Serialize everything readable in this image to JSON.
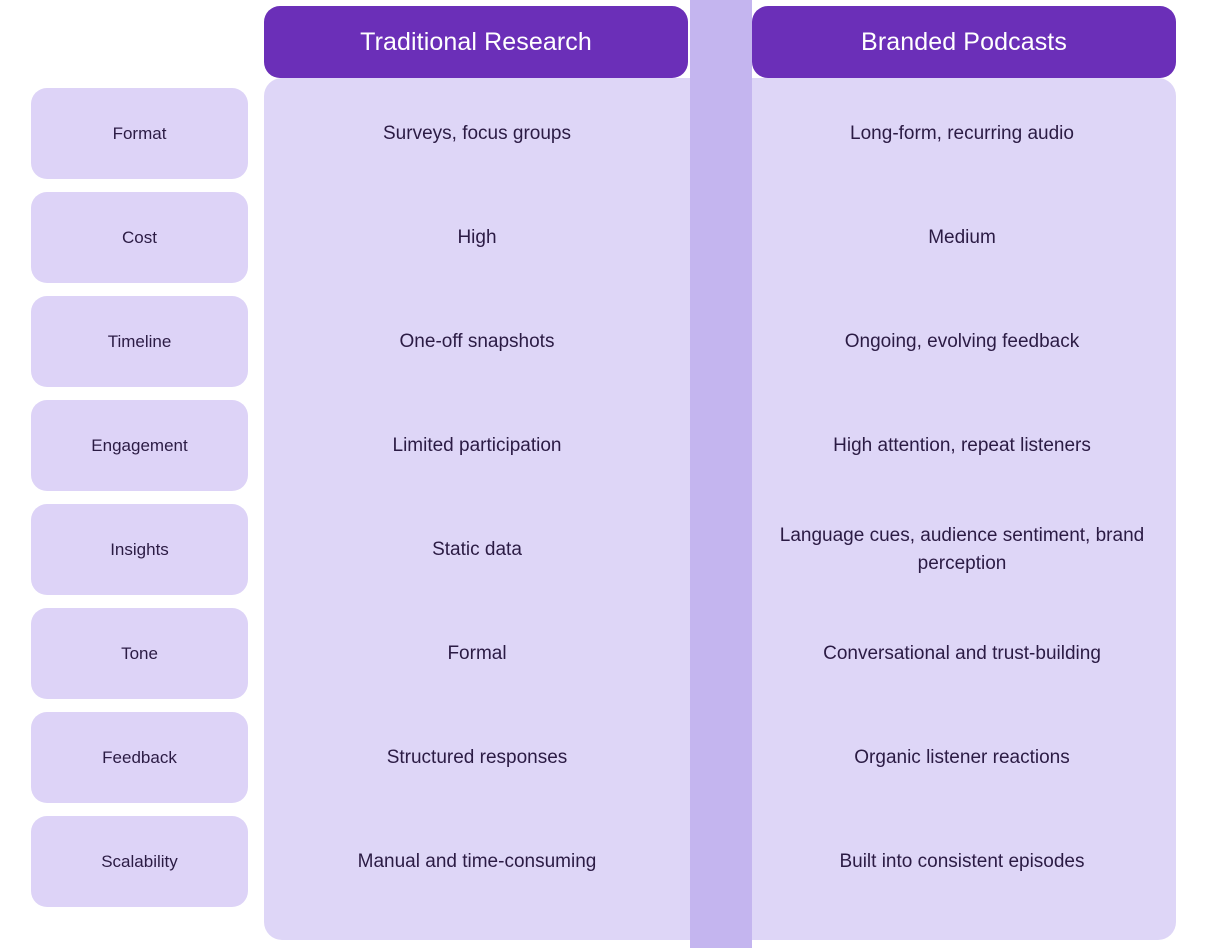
{
  "colors": {
    "page_background": "#FFFFFF",
    "header_pill": "#6B2FB8",
    "header_text": "#FFFFFF",
    "column_body": "#DED6F7",
    "divider_strip": "#C4B5EF",
    "label_pill": "#DDD3F7",
    "body_text": "#2B1B44"
  },
  "table": {
    "columns": [
      {
        "header": "Traditional Research"
      },
      {
        "header": "Branded Podcasts"
      }
    ],
    "rows": [
      {
        "label": "Format",
        "traditional_research": "Surveys, focus groups",
        "branded_podcasts": "Long-form, recurring audio"
      },
      {
        "label": "Cost",
        "traditional_research": "High",
        "branded_podcasts": "Medium"
      },
      {
        "label": "Timeline",
        "traditional_research": "One-off snapshots",
        "branded_podcasts": "Ongoing, evolving feedback"
      },
      {
        "label": "Engagement",
        "traditional_research": "Limited participation",
        "branded_podcasts": "High attention, repeat listeners"
      },
      {
        "label": "Insights",
        "traditional_research": "Static data",
        "branded_podcasts": "Language cues, audience sentiment, brand perception"
      },
      {
        "label": "Tone",
        "traditional_research": "Formal",
        "branded_podcasts": "Conversational and trust-building"
      },
      {
        "label": "Feedback",
        "traditional_research": "Structured responses",
        "branded_podcasts": "Organic listener reactions"
      },
      {
        "label": "Scalability",
        "traditional_research": "Manual and time-consuming",
        "branded_podcasts": "Built into consistent episodes"
      }
    ]
  }
}
